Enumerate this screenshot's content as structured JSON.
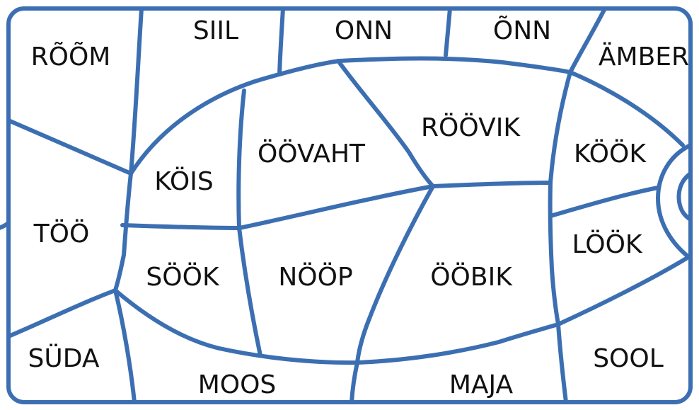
{
  "colors": {
    "line": "#3c6fb2",
    "text": "#111111",
    "background": "#ffffff"
  },
  "words": {
    "room": "RÕÕM",
    "siil": "SIIL",
    "onn": "ONN",
    "onn_tilde": "ÕNN",
    "amber": "ÄMBER",
    "roovik": "RÖÖVIK",
    "oovaht": "ÖÖVAHT",
    "kois": "KÖIS",
    "kook": "KÖÖK",
    "too": "TÖÖ",
    "look": "LÖÖK",
    "sook": "SÖÖK",
    "noop": "NÖÖP",
    "oobik": "ÖÖBIK",
    "suda": "SÜDA",
    "moos": "MOOS",
    "maja": "MAJA",
    "sool": "SOOL"
  }
}
